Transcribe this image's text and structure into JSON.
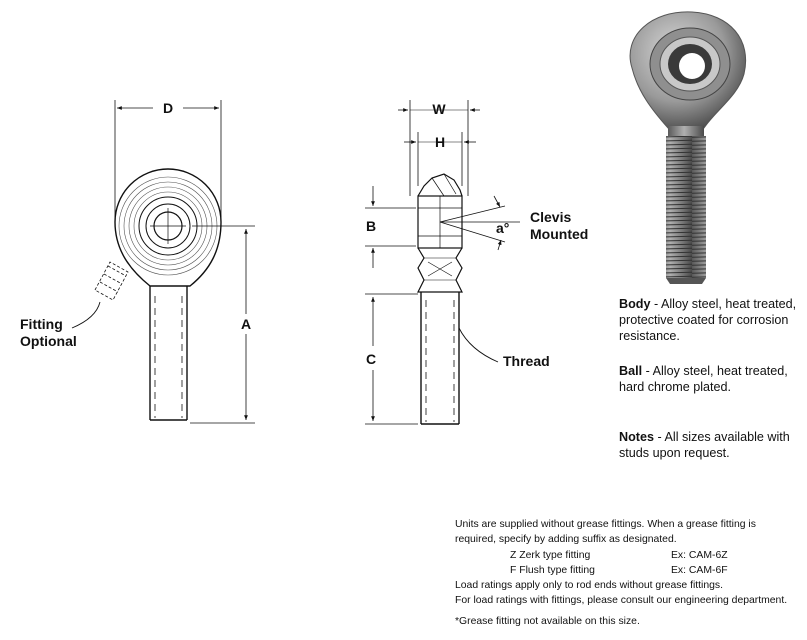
{
  "diagram": {
    "dim_d": "D",
    "dim_a": "A",
    "dim_w": "W",
    "dim_h": "H",
    "dim_b": "B",
    "dim_c": "C",
    "angle": "a°",
    "clevis_line1": "Clevis",
    "clevis_line2": "Mounted",
    "thread": "Thread",
    "fitting_line1": "Fitting",
    "fitting_line2": "Optional"
  },
  "specs": {
    "body_label": "Body",
    "body_text": " - Alloy steel, heat treated, protective coated for corrosion resistance.",
    "ball_label": "Ball",
    "ball_text": " - Alloy steel, heat treated, hard chrome plated.",
    "notes_label": "Notes",
    "notes_text": " - All sizes available with studs upon request."
  },
  "fitting_notes": {
    "intro": "Units are supplied without grease fittings.  When a grease fitting is required, specify by adding suffix as designated.",
    "options": [
      {
        "code": "Z  Zerk type fitting",
        "example": "Ex: CAM-6Z"
      },
      {
        "code": "F  Flush type fitting",
        "example": "Ex: CAM-6F"
      }
    ],
    "load1": "Load ratings apply only to rod ends without grease fittings.",
    "load2": "For load ratings with fittings, please consult our engineering department.",
    "footnote": "*Grease fitting not available on this size."
  }
}
